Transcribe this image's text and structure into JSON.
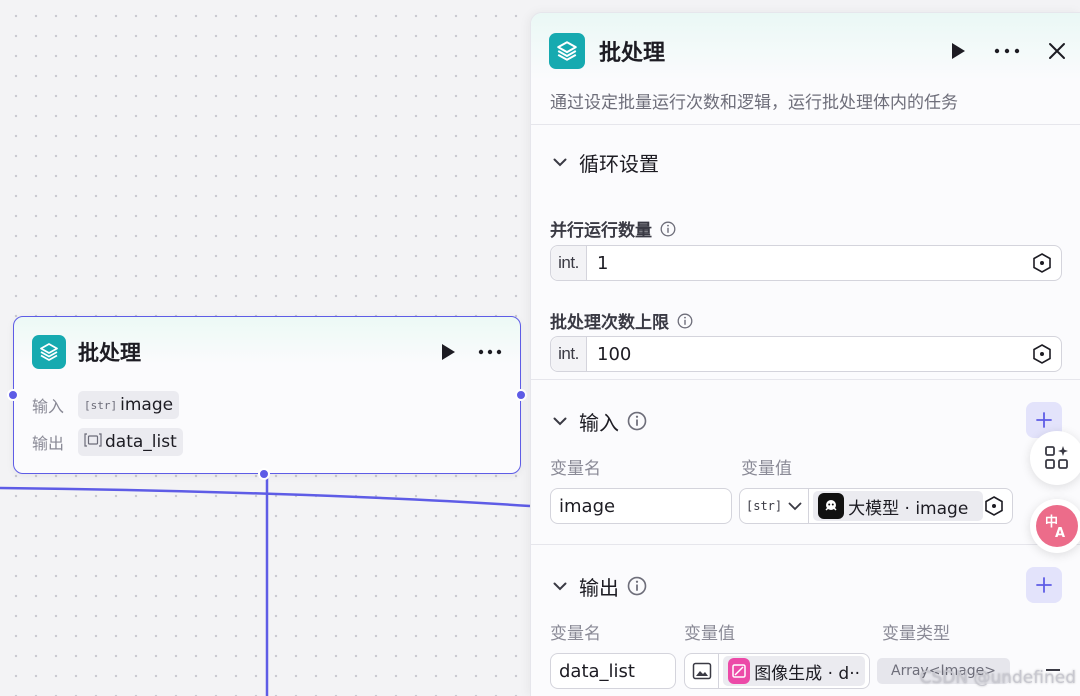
{
  "canvas_node": {
    "title": "批处理",
    "rows": [
      {
        "label": "输入",
        "tag": "[str]",
        "value": "image"
      },
      {
        "label": "输出",
        "tag": "[▭]",
        "value": "data_list"
      }
    ]
  },
  "panel": {
    "title": "批处理",
    "description": "通过设定批量运行次数和逻辑，运行批处理体内的任务",
    "loop_section": {
      "title": "循环设置",
      "parallel": {
        "label": "并行运行数量",
        "prefix": "int.",
        "value": "1"
      },
      "limit": {
        "label": "批处理次数上限",
        "prefix": "int.",
        "value": "100"
      }
    },
    "input_section": {
      "title": "输入",
      "col_name": "变量名",
      "col_value": "变量值",
      "row": {
        "name": "image",
        "type_tag": "[str]",
        "ref_label": "大模型 · image"
      }
    },
    "output_section": {
      "title": "输出",
      "col_name": "变量名",
      "col_value": "变量值",
      "col_type": "变量类型",
      "row": {
        "name": "data_list",
        "ref_label": "图像生成 · d··",
        "type": "Array<Image>"
      }
    }
  },
  "watermark": "CSDN @undefined",
  "colors": {
    "accent": "#5e5ce6",
    "node_icon": "#16aab0",
    "llm_icon": "#111111",
    "image_gen_icon": "#ec4aa8",
    "translate_float": "#ec6c8a"
  }
}
